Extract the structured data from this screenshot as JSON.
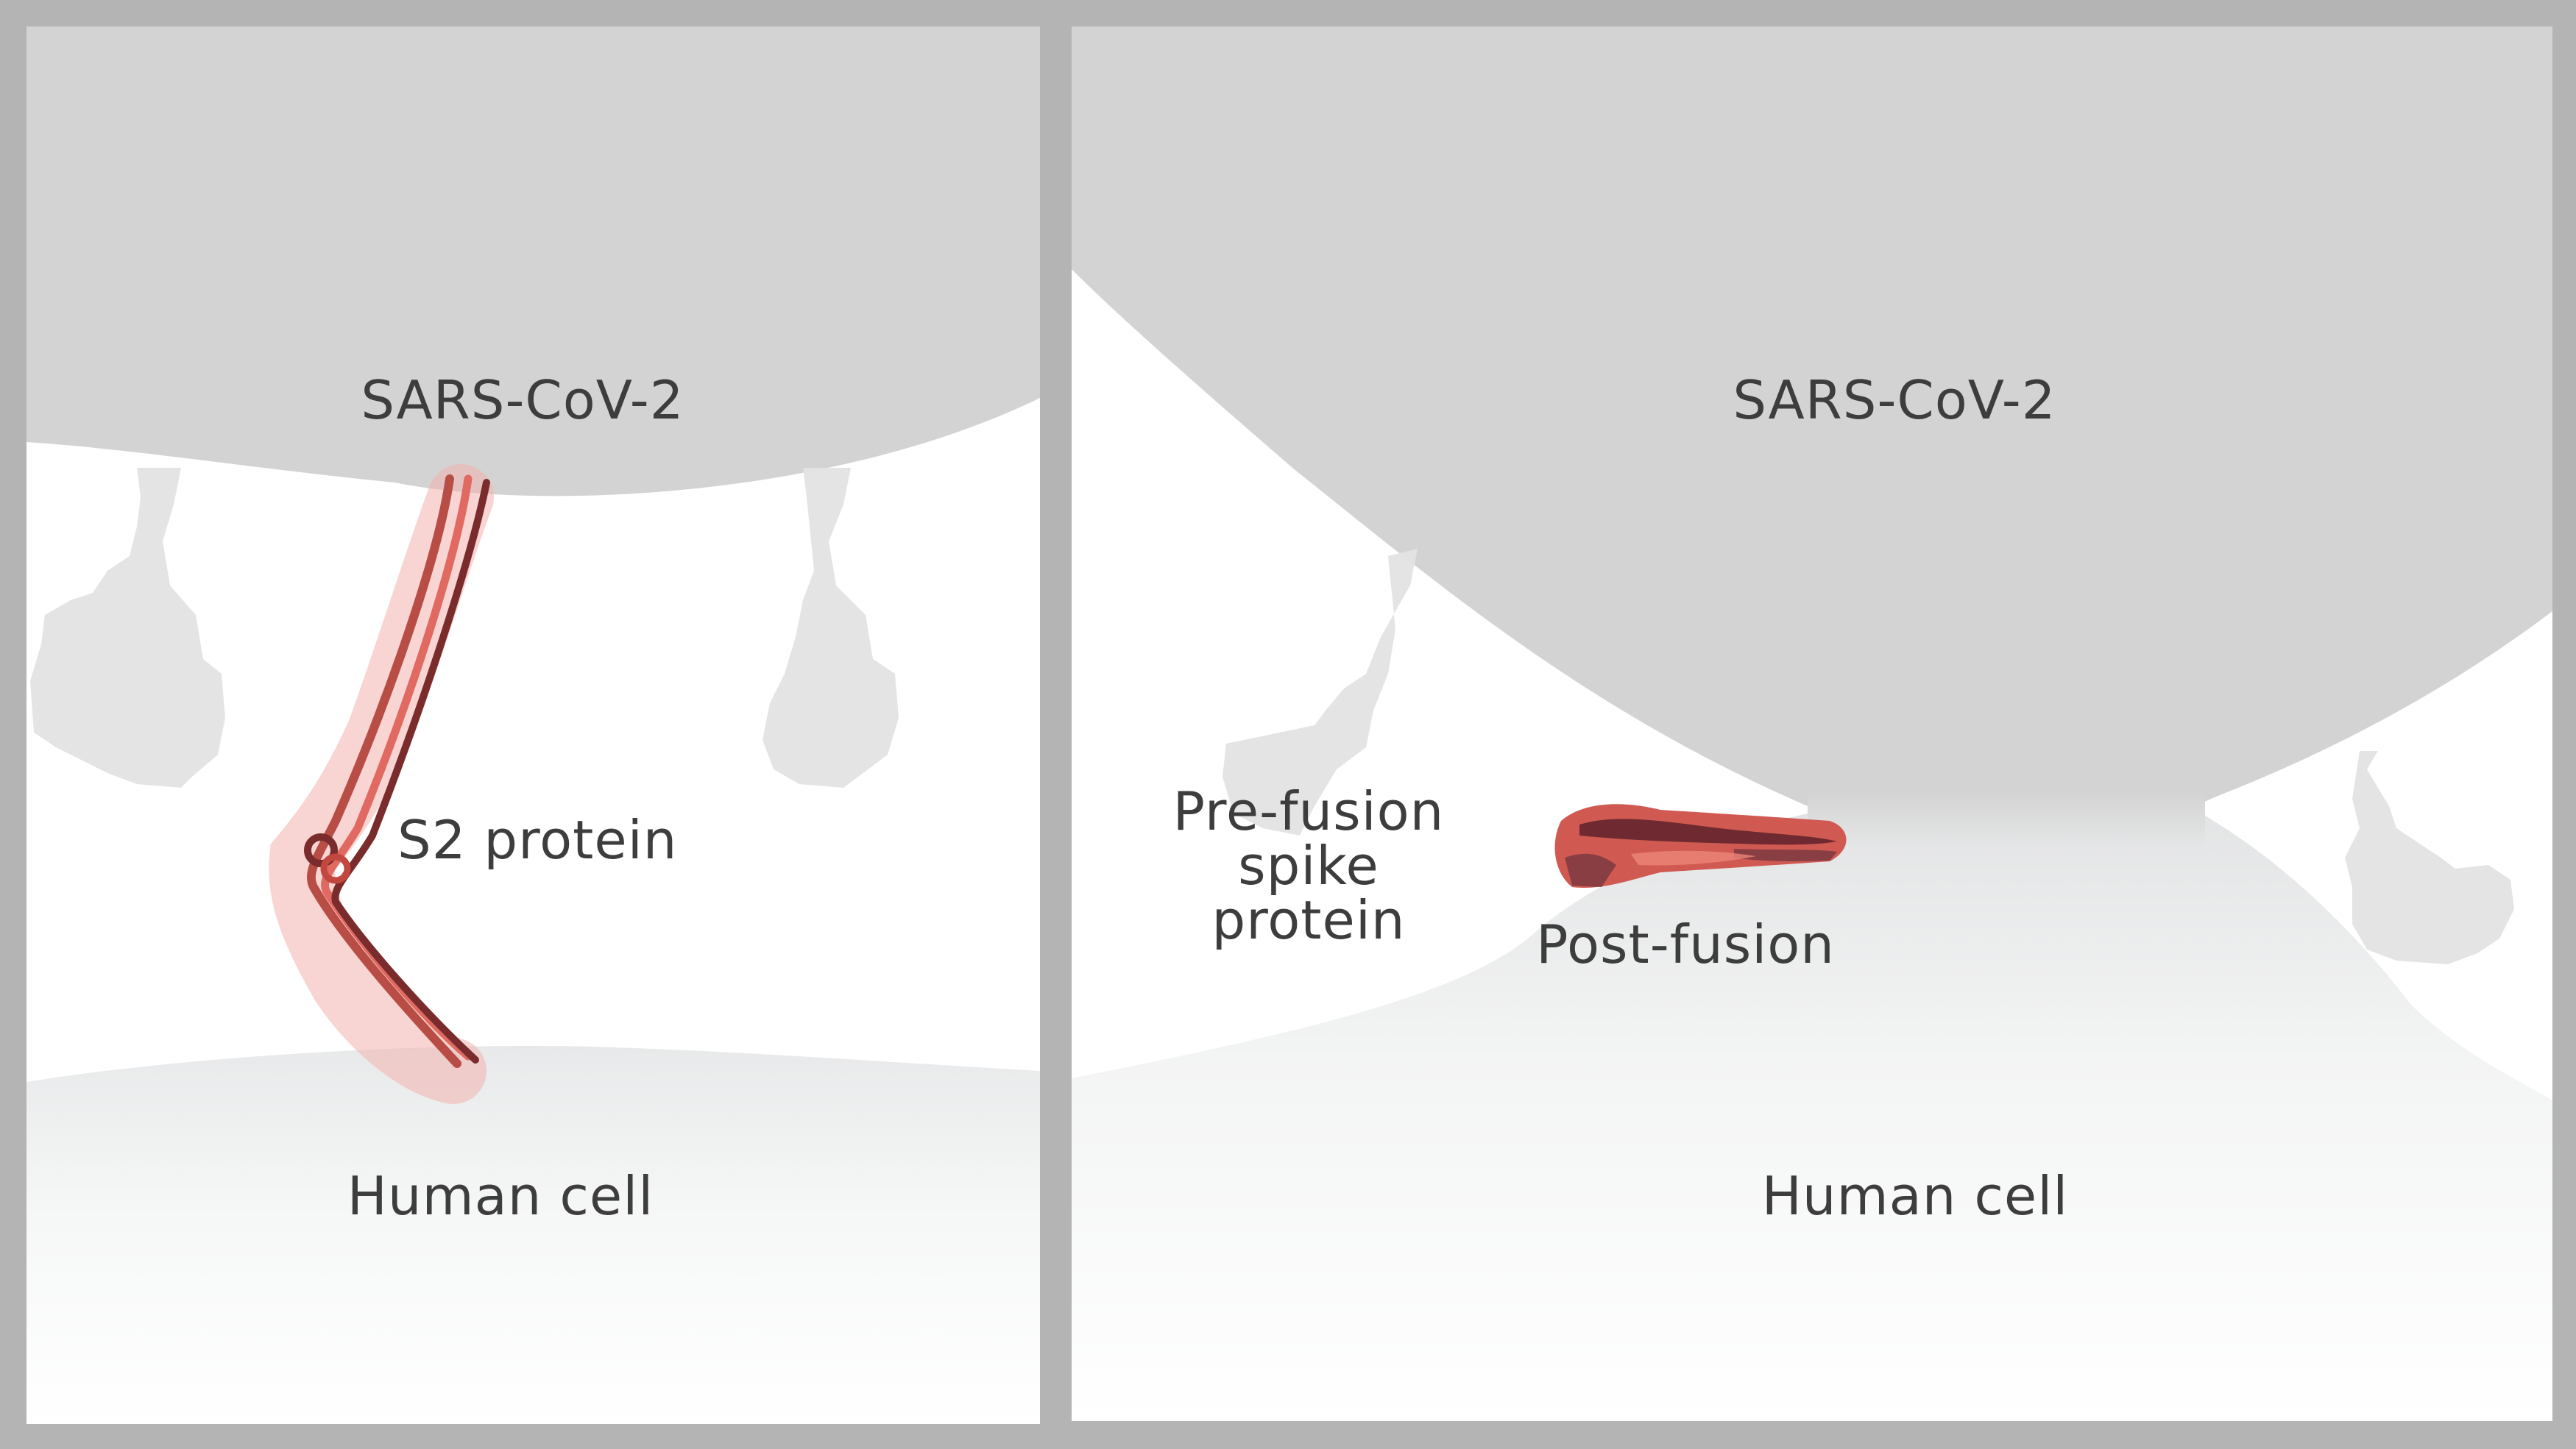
{
  "figure": {
    "colors": {
      "frame": "#b4b4b4",
      "virus": "#d3d3d3",
      "cell_top": "#e9eaeb",
      "cell_bottom": "#ffffff",
      "spike_ghost": "#e2e2e2",
      "protein_light": "#e9716a",
      "protein_mid": "#c2473f",
      "protein_dark": "#7a2c2c",
      "text": "#3d3d3d"
    },
    "left_panel": {
      "virus_label": "SARS-CoV-2",
      "protein_label": "S2 protein",
      "cell_label": "Human cell"
    },
    "right_panel": {
      "virus_label": "SARS-CoV-2",
      "prefusion_label_lines": [
        "Pre-fusion",
        "spike",
        "protein"
      ],
      "postfusion_label": "Post-fusion",
      "cell_label": "Human cell"
    }
  }
}
